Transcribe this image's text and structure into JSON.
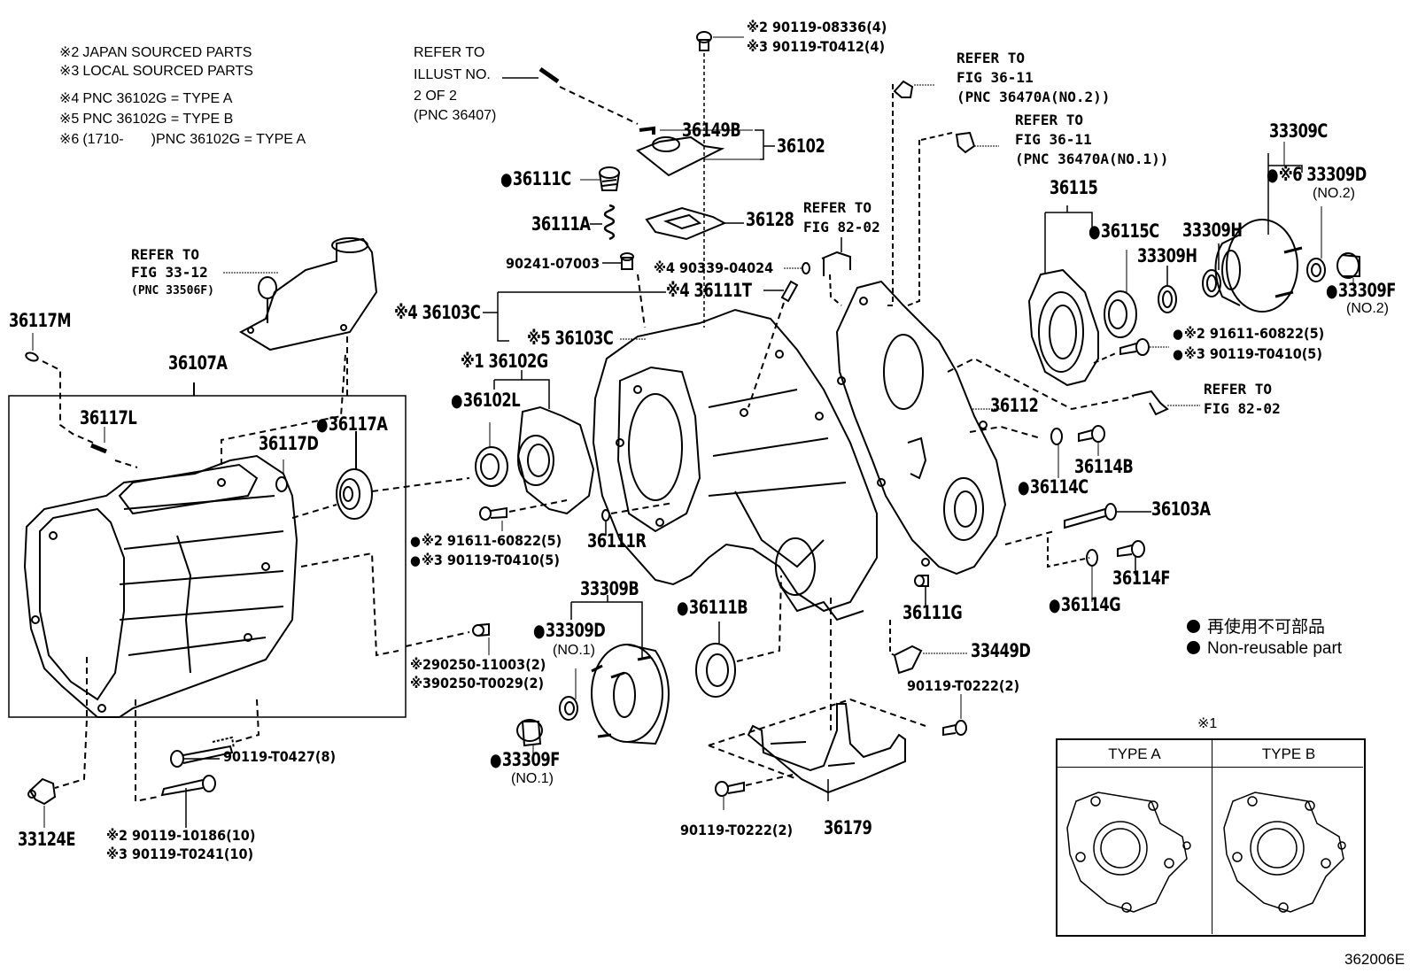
{
  "figure_code": "362006E",
  "notes": [
    {
      "mark": "※2",
      "text": "JAPAN SOURCED PARTS"
    },
    {
      "mark": "※3",
      "text": "LOCAL SOURCED PARTS"
    },
    {
      "mark": "※4",
      "text": "PNC 36102G = TYPE A"
    },
    {
      "mark": "※5",
      "text": "PNC 36102G = TYPE B"
    },
    {
      "mark": "※6",
      "text": "(1710-       )PNC 36102G = TYPE A"
    }
  ],
  "references": {
    "illust": [
      "REFER TO",
      "ILLUST NO.",
      "2 OF 2",
      "(PNC 36407)"
    ],
    "fig_33_12": [
      "REFER TO",
      "FIG 33-12",
      "(PNC 33506F)"
    ],
    "fig_36_11_no2": [
      "REFER TO",
      "FIG 36-11",
      "(PNC 36470A(NO.2))"
    ],
    "fig_36_11_no1": [
      "REFER TO",
      "FIG 36-11",
      "(PNC 36470A(NO.1))"
    ],
    "fig_82_02_top": [
      "REFER TO",
      "FIG 82-02"
    ],
    "fig_82_02_right": [
      "REFER TO",
      "FIG 82-02"
    ]
  },
  "parts": {
    "p_90119_08336": "※2 90119-08336(4)",
    "p_90119_T0412": "※3 90119-T0412(4)",
    "p_36149B": "36149B",
    "p_36102": "36102",
    "p_36111C": "36111C",
    "p_36111A": "36111A",
    "p_36128": "36128",
    "p_90241_07003": "90241-07003",
    "p_90339_04024": "※4 90339-04024",
    "p_36111T": "※4 36111T",
    "p_36103C_a": "※4 36103C",
    "p_36103C_b": "※5 36103C",
    "p_36102G": "※1 36102G",
    "p_36102L": "36102L",
    "p_36117M": "36117M",
    "p_36107A": "36107A",
    "p_36117L": "36117L",
    "p_36117D": "36117D",
    "p_36117A": "36117A",
    "p_91611_60822_left": "※2 91611-60822(5)",
    "p_90119_T0410_left": "※3 90119-T0410(5)",
    "p_36111R": "36111R",
    "p_33309B": "33309B",
    "p_33309D_no1": "33309D",
    "p_no1_a": "(NO.1)",
    "p_36111B": "36111B",
    "p_90250_11003": "※290250-11003(2)",
    "p_90250_T0029": "※390250-T0029(2)",
    "p_33309F_no1": "33309F",
    "p_no1_b": "(NO.1)",
    "p_90119_T0427": "90119-T0427(8)",
    "p_90119_10186": "※2 90119-10186(10)",
    "p_90119_T0241": "※3 90119-T0241(10)",
    "p_33124E": "33124E",
    "p_36112": "36112",
    "p_36114C": "36114C",
    "p_36114B": "36114B",
    "p_36103A": "36103A",
    "p_36114G": "36114G",
    "p_36114F": "36114F",
    "p_36111G": "36111G",
    "p_33449D": "33449D",
    "p_90119_T0222_right": "90119-T0222(2)",
    "p_90119_T0222_left": "90119-T0222(2)",
    "p_36179": "36179",
    "p_36115": "36115",
    "p_36115C": "36115C",
    "p_33309H_a": "33309H",
    "p_33309H_b": "33309H",
    "p_33309C": "33309C",
    "p_33309D_no2": "※6 33309D",
    "p_no2_a": "(NO.2)",
    "p_33309F_no2": "33309F",
    "p_no2_b": "(NO.2)",
    "p_91611_60822_right": "※2 91611-60822(5)",
    "p_90119_T0410_right": "※3 90119-T0410(5)"
  },
  "legend": {
    "jp": "再使用不可部品",
    "en": "Non-reusable part"
  },
  "type_table": {
    "mark": "※1",
    "headers": [
      "TYPE A",
      "TYPE B"
    ]
  }
}
